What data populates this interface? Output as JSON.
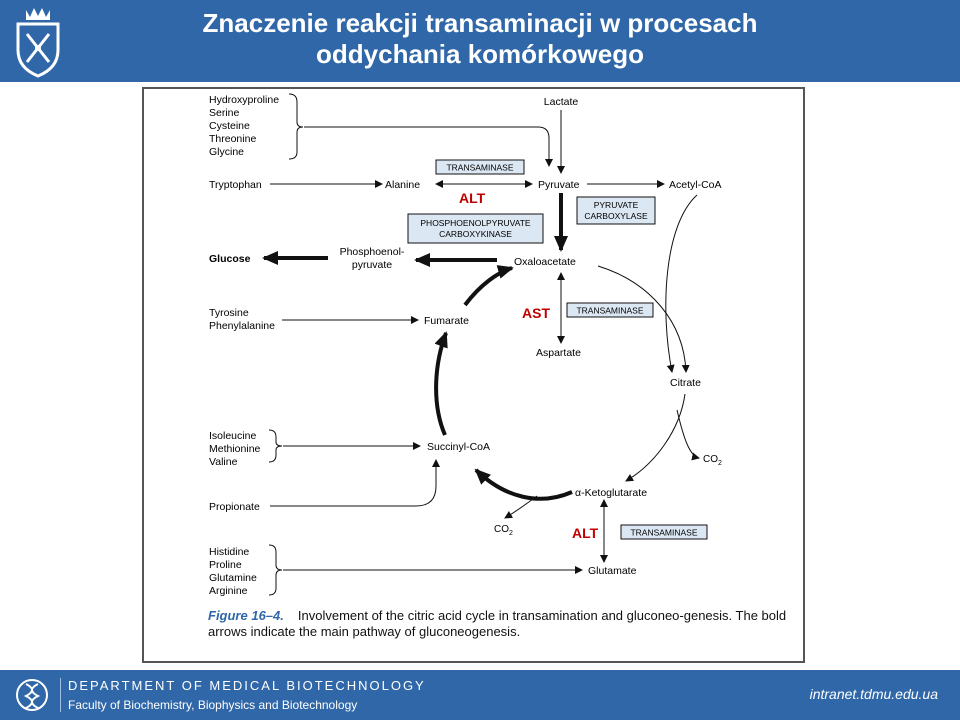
{
  "header": {
    "title_line1": "Znaczenie reakcji transaminacji w procesach",
    "title_line2": "oddychania komórkowego"
  },
  "diagram": {
    "metabolites": {
      "lactate": "Lactate",
      "pyruvate": "Pyruvate",
      "alanine": "Alanine",
      "tryptophan": "Tryptophan",
      "acetyl_coa": "Acetyl-CoA",
      "oxaloacetate": "Oxaloacetate",
      "pep_line1": "Phosphoenol-",
      "pep_line2": "pyruvate",
      "glucose": "Glucose",
      "fumarate": "Fumarate",
      "aspartate": "Aspartate",
      "citrate": "Citrate",
      "succinyl_coa": "Succinyl-CoA",
      "alpha_kg": "α-Ketoglutarate",
      "glutamate": "Glutamate",
      "propionate": "Propionate",
      "co2": "CO",
      "co2_sub": "2"
    },
    "amino_groups": {
      "to_pyruvate": [
        "Hydroxyproline",
        "Serine",
        "Cysteine",
        "Threonine",
        "Glycine"
      ],
      "to_fumarate": [
        "Tyrosine",
        "Phenylalanine"
      ],
      "to_succinyl": [
        "Isoleucine",
        "Methionine",
        "Valine"
      ],
      "to_glutamate": [
        "Histidine",
        "Proline",
        "Glutamine",
        "Arginine"
      ]
    },
    "enzymes": {
      "transaminase": "TRANSAMINASE",
      "pep_ck_line1": "PHOSPHOENOLPYRUVATE",
      "pep_ck_line2": "CARBOXYKINASE",
      "pc_line1": "PYRUVATE",
      "pc_line2": "CARBOXYLASE"
    },
    "annotations": {
      "alt": "ALT",
      "ast": "AST"
    },
    "colors": {
      "enzyme_fill": "#dbe7f3",
      "annotation": "#c00000"
    }
  },
  "caption": {
    "label": "Figure 16–4.",
    "text": "Involvement of the citric acid cycle in transamination and gluconeo-genesis. The bold arrows indicate the main pathway of gluconeogenesis."
  },
  "footer": {
    "dept_line1": "DEPARTMENT OF MEDICAL BIOTECHNOLOGY",
    "dept_line2": "Faculty of Biochemistry, Biophysics and Biotechnology",
    "url": "intranet.tdmu.edu.ua"
  }
}
